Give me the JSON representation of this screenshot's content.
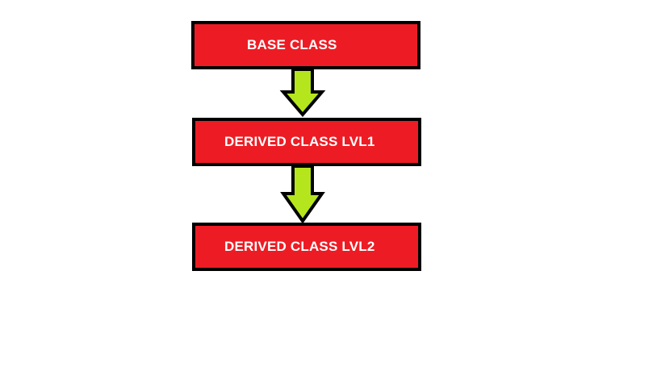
{
  "diagram": {
    "nodes": [
      {
        "id": "base",
        "label": "BASE CLASS"
      },
      {
        "id": "lvl1",
        "label": "DERIVED CLASS LVL1"
      },
      {
        "id": "lvl2",
        "label": "DERIVED CLASS LVL2"
      }
    ],
    "edges": [
      {
        "from": "base",
        "to": "lvl1"
      },
      {
        "from": "lvl1",
        "to": "lvl2"
      }
    ]
  },
  "colors": {
    "box_fill": "#ed1c24",
    "box_border": "#000000",
    "box_text": "#ffffff",
    "arrow_fill": "#b5e61d",
    "arrow_border": "#000000"
  }
}
